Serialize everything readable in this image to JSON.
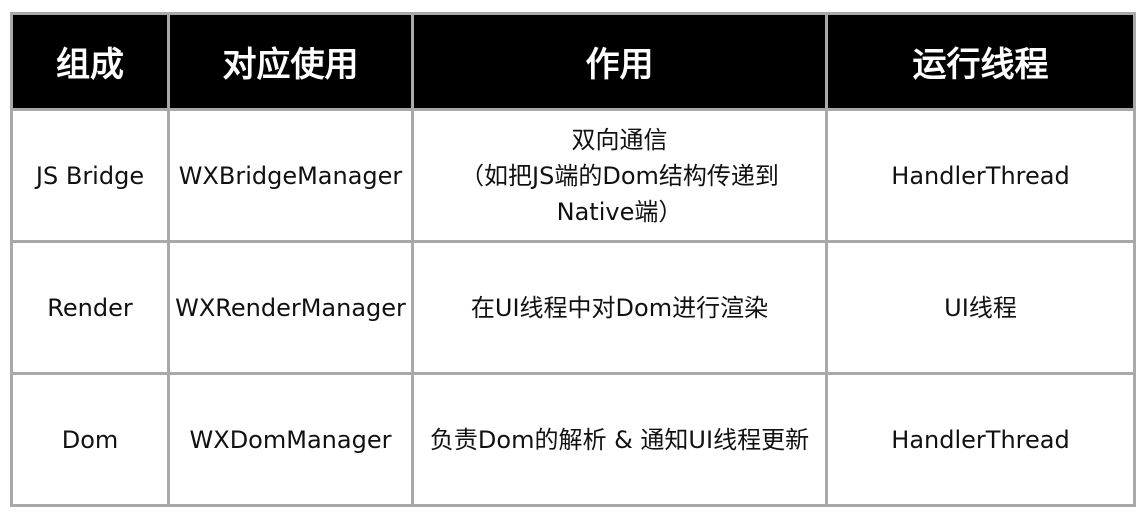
{
  "table": {
    "headers": [
      "组成",
      "对应使用",
      "作用",
      "运行线程"
    ],
    "rows": [
      {
        "component": "JS Bridge",
        "manager": "WXBridgeManager",
        "role_lines": [
          "双向通信",
          "（如把JS端的Dom结构传递到",
          "Native端）"
        ],
        "thread": "HandlerThread"
      },
      {
        "component": "Render",
        "manager": "WXRenderManager",
        "role_lines": [
          "在UI线程中对Dom进行渲染"
        ],
        "thread": "UI线程"
      },
      {
        "component": "Dom",
        "manager": "WXDomManager",
        "role_lines": [
          "负责Dom的解析 & 通知UI线程更新"
        ],
        "thread": "HandlerThread"
      }
    ]
  },
  "colors": {
    "header_bg": "#000000",
    "header_text": "#ffffff",
    "border": "#a9a9a9",
    "cell_text": "#111111"
  }
}
